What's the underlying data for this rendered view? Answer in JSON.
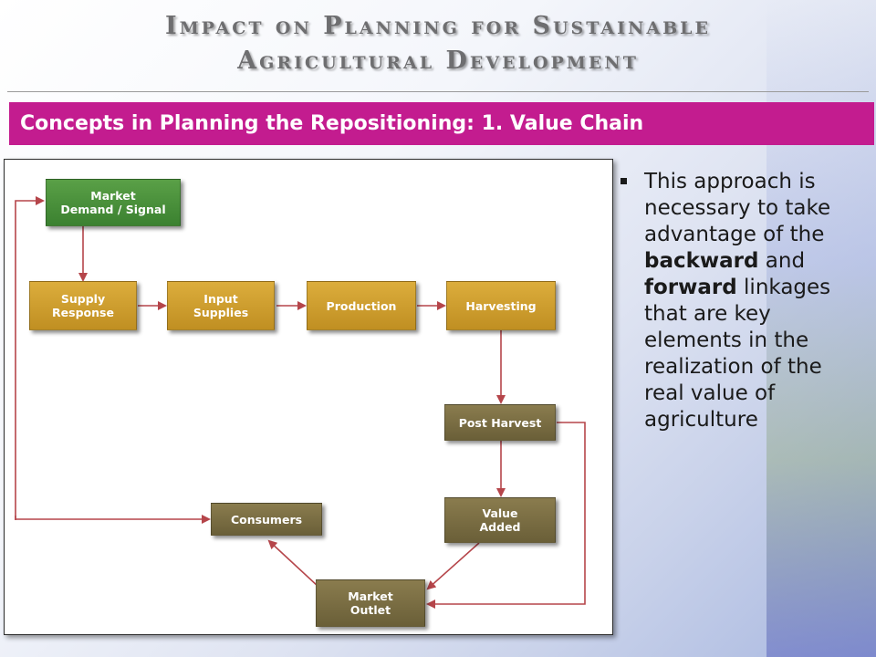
{
  "slide": {
    "title_line1": "Impact on Planning for Sustainable",
    "title_line2": "Agricultural Development",
    "subtitle": "Concepts in Planning the Repositioning: 1. Value Chain"
  },
  "diagram": {
    "nodes": {
      "market_demand": "Market\nDemand / Signal",
      "supply_response": "Supply\nResponse",
      "input_supplies": "Input\nSupplies",
      "production": "Production",
      "harvesting": "Harvesting",
      "post_harvest": "Post Harvest",
      "value_added": "Value\nAdded",
      "consumers": "Consumers",
      "market_outlet": "Market\nOutlet"
    },
    "colors": {
      "green": "#4a9a3c",
      "yellow": "#d4a032",
      "olive": "#7d7045",
      "arrow": "#b5454a"
    }
  },
  "bullet": {
    "part1": "This approach is necessary to take advantage of the ",
    "bold1": "backward",
    "part2": " and ",
    "bold2": "forward",
    "part3": " linkages that are key elements in the realization of the real value of agriculture"
  },
  "theme": {
    "banner_color": "#c31c8f"
  }
}
